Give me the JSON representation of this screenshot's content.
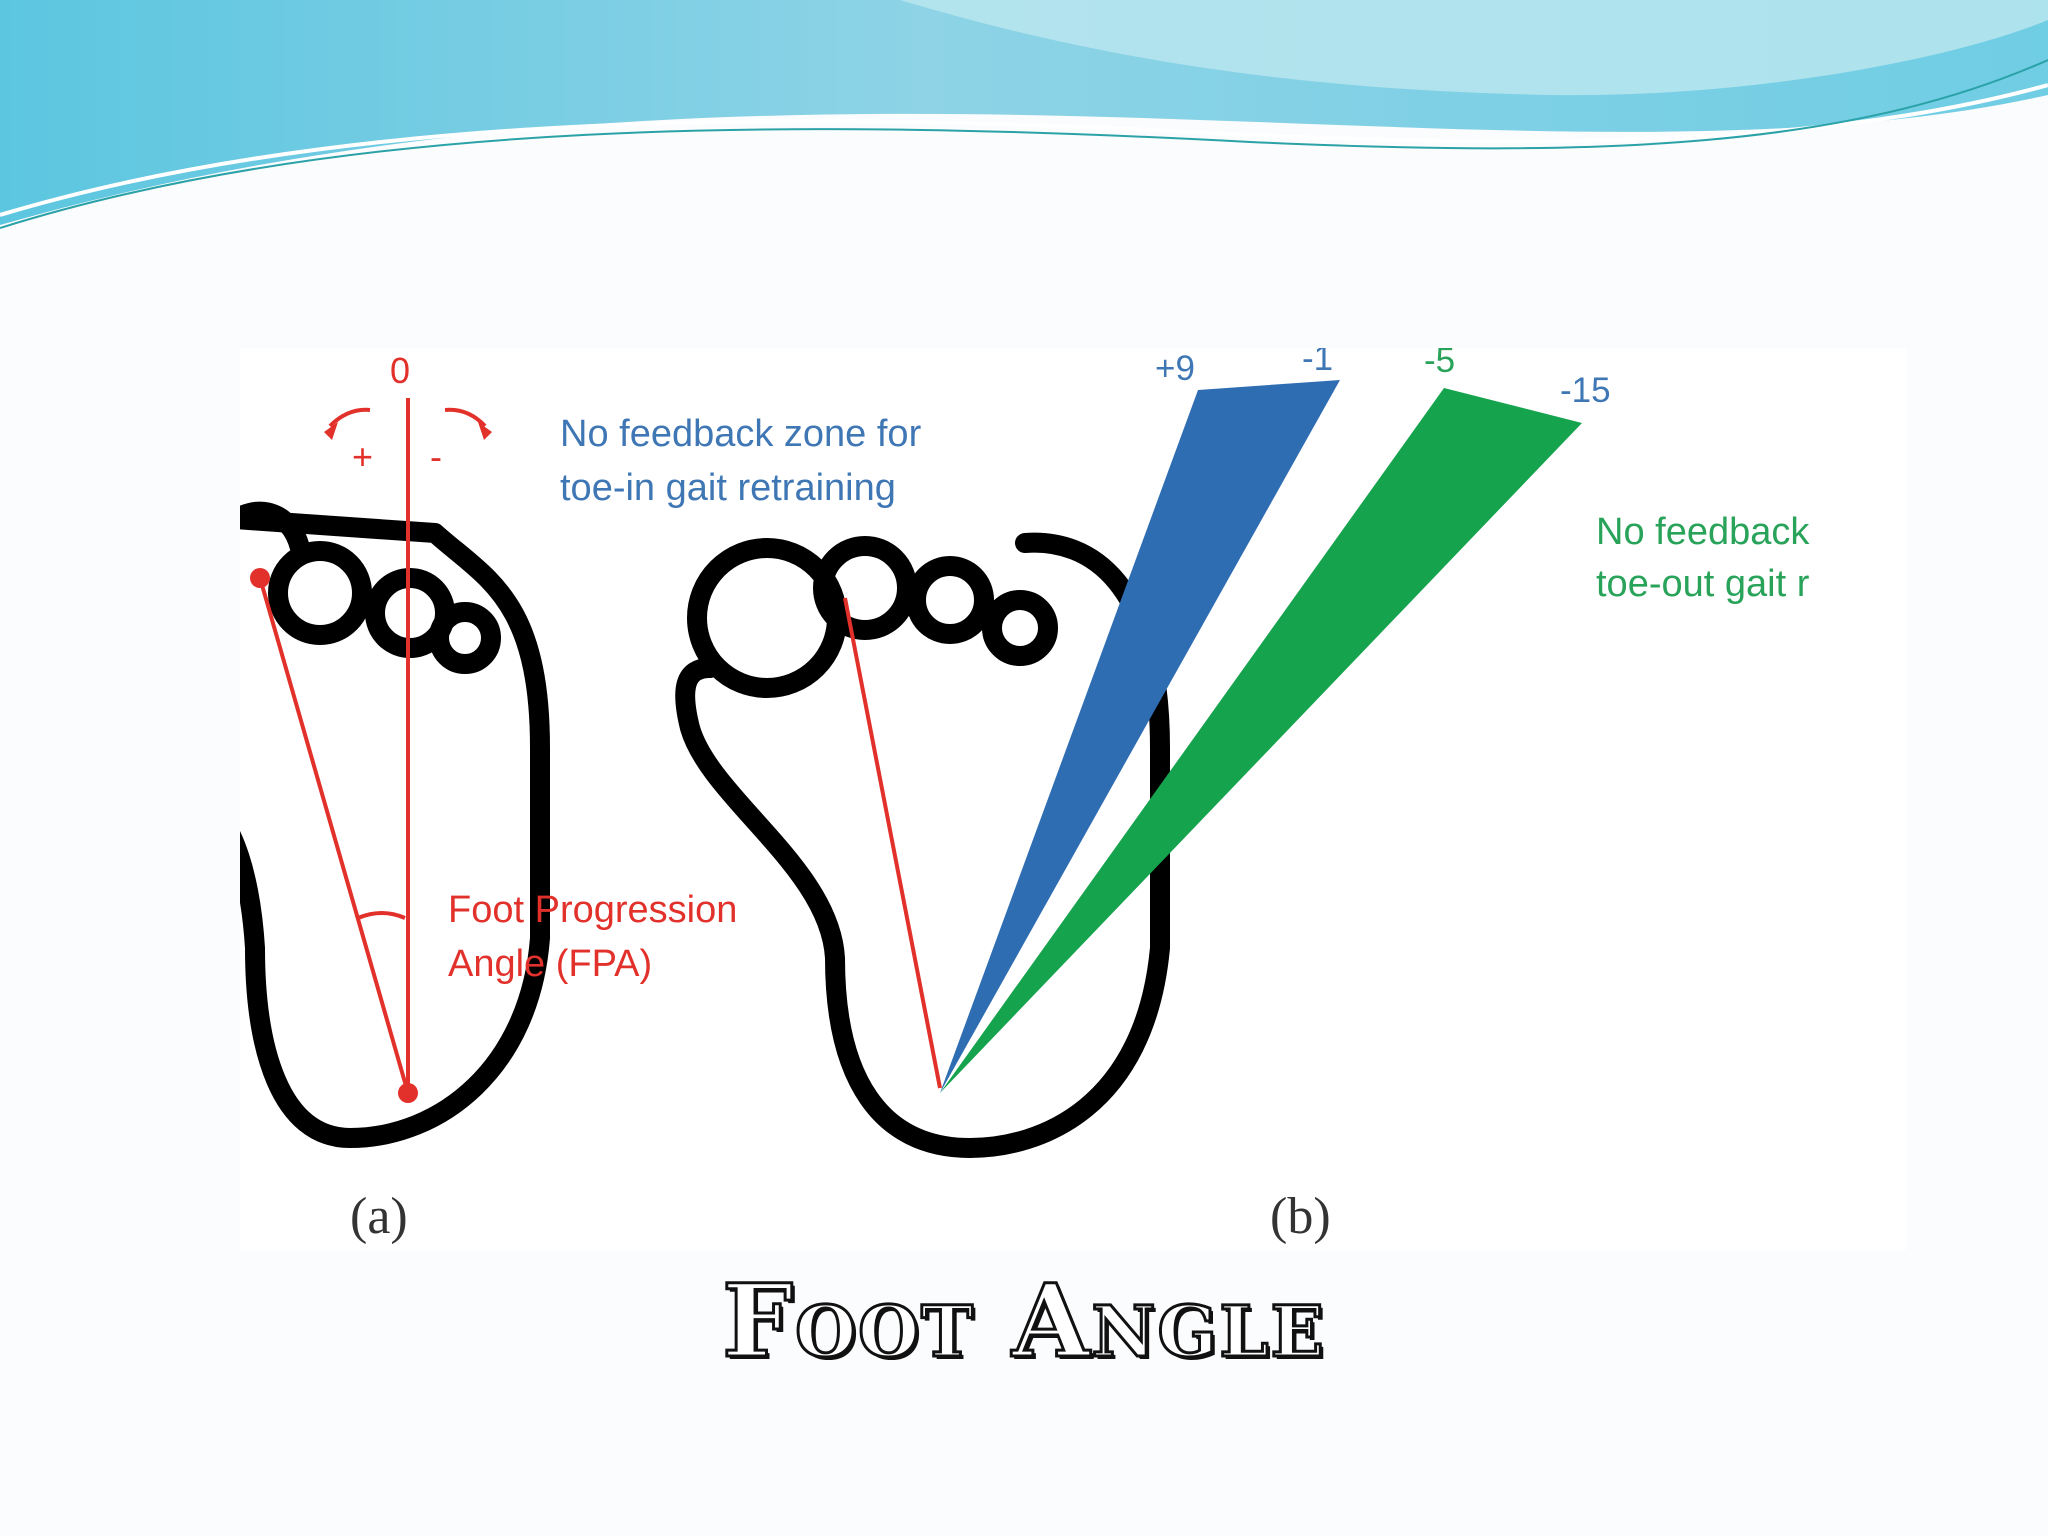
{
  "title": "Foot Angle",
  "panel_a": {
    "zero_label": "0",
    "plus_label": "+",
    "minus_label": "-",
    "note": [
      "No feedback zone for",
      "toe-in gait retraining"
    ],
    "fpa_label": [
      "Foot Progression",
      "Angle (FPA)"
    ],
    "caption": "(a)"
  },
  "panel_b": {
    "ticks": [
      "+9",
      "-1",
      "-5",
      "-15"
    ],
    "note": [
      "No feedback",
      "toe-out gait r"
    ],
    "caption": "(b)"
  },
  "colors": {
    "red": "#e2312b",
    "blue_zone": "#2f6db3",
    "green_zone": "#15a34e",
    "banner": "#7fcbe0"
  }
}
